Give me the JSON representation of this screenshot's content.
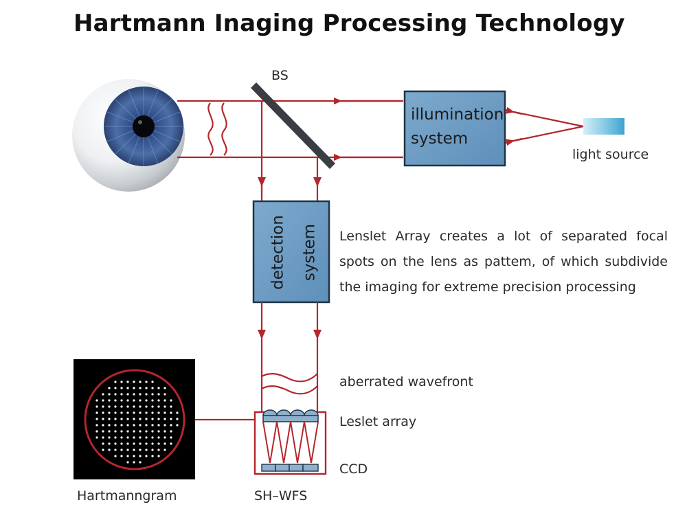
{
  "title": "Hartmann Inaging Processing Technology",
  "labels": {
    "bs": "BS",
    "light_source": "light source",
    "illumination_line1": "illumination",
    "illumination_line2": "system",
    "detection_line1": "detection",
    "detection_line2": "system",
    "aberrated_wavefront": "aberrated wavefront",
    "lenslet_array": "Leslet array",
    "ccd": "CCD",
    "hartmanngram": "Hartmanngram",
    "sh_wfs": "SH–WFS"
  },
  "description": {
    "line1": "Lenslet Array creates a lot of separated focal",
    "line2": "spots on the lens as pattem, of which subdivide",
    "line3": "the imaging for extreme precision processing"
  },
  "colors": {
    "beam": "#b3262c",
    "box_fill": "#6fa0c6",
    "box_border": "#1f3444",
    "light_source": "#5db4d8",
    "iris": "#3d5b8e",
    "lens_fill": "#8fb0cc"
  },
  "icons": {
    "eye": "eye-icon",
    "beam_splitter": "beam-splitter-icon",
    "light_source": "light-source-icon",
    "hartmanngram_pattern": "hartmanngram-pattern-icon"
  }
}
